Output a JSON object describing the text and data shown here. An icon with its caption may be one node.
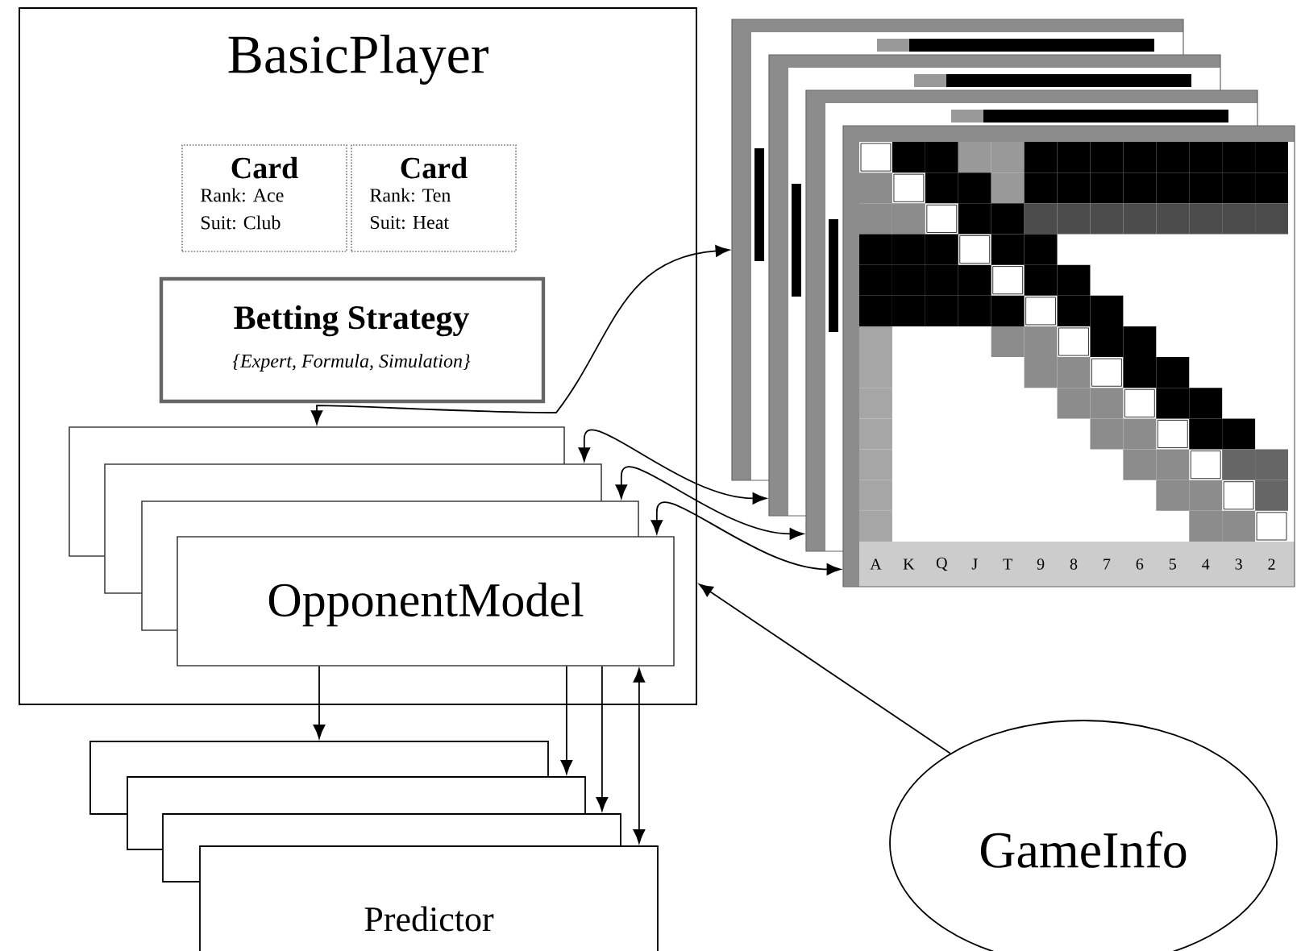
{
  "diagram": {
    "nodes": [
      {
        "text": [
          "BasicPlayer"
        ]
      },
      {
        "text": [
          "Card",
          "Rank: Ace",
          "Suit: Club"
        ],
        "in": 0
      },
      {
        "text": [
          "Card",
          "Rank: Ten",
          "Suit: Heat"
        ],
        "in": 0
      },
      {
        "text": [
          "Betting Strategy",
          "{Expert, Formula, Simulation}"
        ],
        "in": 0
      },
      {
        "text": [],
        "shape": "box",
        "in": 0
      },
      {
        "text": [],
        "shape": "box",
        "in": 0
      },
      {
        "text": [],
        "shape": "box",
        "in": 0
      },
      {
        "text": [
          "OpponentModel"
        ],
        "in": 0
      },
      {
        "text": [],
        "shape": "picture"
      },
      {
        "text": [],
        "shape": "picture"
      },
      {
        "text": [],
        "shape": "picture"
      },
      {
        "text": [],
        "shape": "picture"
      },
      {
        "text": [],
        "shape": "box"
      },
      {
        "text": [],
        "shape": "box"
      },
      {
        "text": [],
        "shape": "box"
      },
      {
        "text": [
          "Predictor"
        ]
      },
      {
        "text": [
          "GameInfo"
        ]
      }
    ],
    "edges": [
      {
        "from": 8,
        "to": 4,
        "arrow": "both"
      },
      {
        "from": 9,
        "to": 5,
        "arrow": "both"
      },
      {
        "from": 10,
        "to": 6,
        "arrow": "both"
      },
      {
        "from": 11,
        "to": 7,
        "arrow": "both"
      },
      {
        "from": 7,
        "to": 12,
        "arrow": "to"
      },
      {
        "from": 7,
        "to": 13,
        "arrow": "to"
      },
      {
        "from": 7,
        "to": 14,
        "arrow": "to"
      },
      {
        "from": 7,
        "to": 15,
        "arrow": "both"
      },
      {
        "from": 16,
        "to": 0,
        "arrow": "to"
      }
    ],
    "labels": [
      "A",
      "K",
      "Q",
      "J",
      "T",
      "9",
      "8",
      "7",
      "6",
      "5",
      "4",
      "3",
      "2"
    ]
  }
}
